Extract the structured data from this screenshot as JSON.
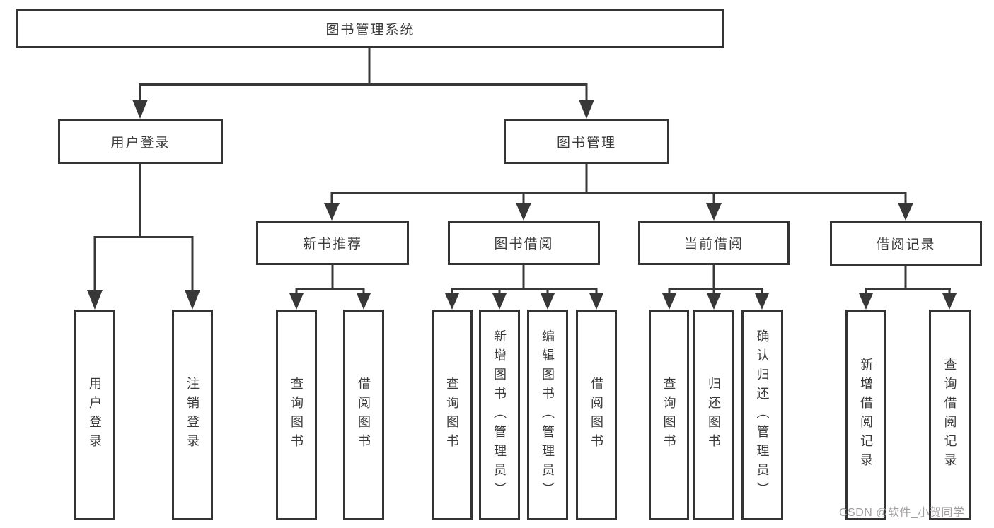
{
  "diagram": {
    "root": {
      "label": "图书管理系统"
    },
    "branches": [
      {
        "label": "用户登录",
        "children": [
          {
            "label": "用户登录"
          },
          {
            "label": "注销登录"
          }
        ]
      },
      {
        "label": "图书管理",
        "sections": [
          {
            "label": "新书推荐",
            "children": [
              {
                "label": "查询图书"
              },
              {
                "label": "借阅图书"
              }
            ]
          },
          {
            "label": "图书借阅",
            "children": [
              {
                "label": "查询图书"
              },
              {
                "label": "新增图书（管理员）"
              },
              {
                "label": "编辑图书（管理员）"
              },
              {
                "label": "借阅图书"
              }
            ]
          },
          {
            "label": "当前借阅",
            "children": [
              {
                "label": "查询图书"
              },
              {
                "label": "归还图书"
              },
              {
                "label": "确认归还（管理员）"
              }
            ]
          },
          {
            "label": "借阅记录",
            "children": [
              {
                "label": "新增借阅记录"
              },
              {
                "label": "查询借阅记录"
              }
            ]
          }
        ]
      }
    ]
  },
  "watermark": {
    "label": "CSDN @软件_小贺同学"
  },
  "colors": {
    "line": "#383838",
    "box_border": "#343434",
    "text": "#3a3a3a",
    "background": "#ffffff",
    "watermark": "#a39ea0"
  }
}
